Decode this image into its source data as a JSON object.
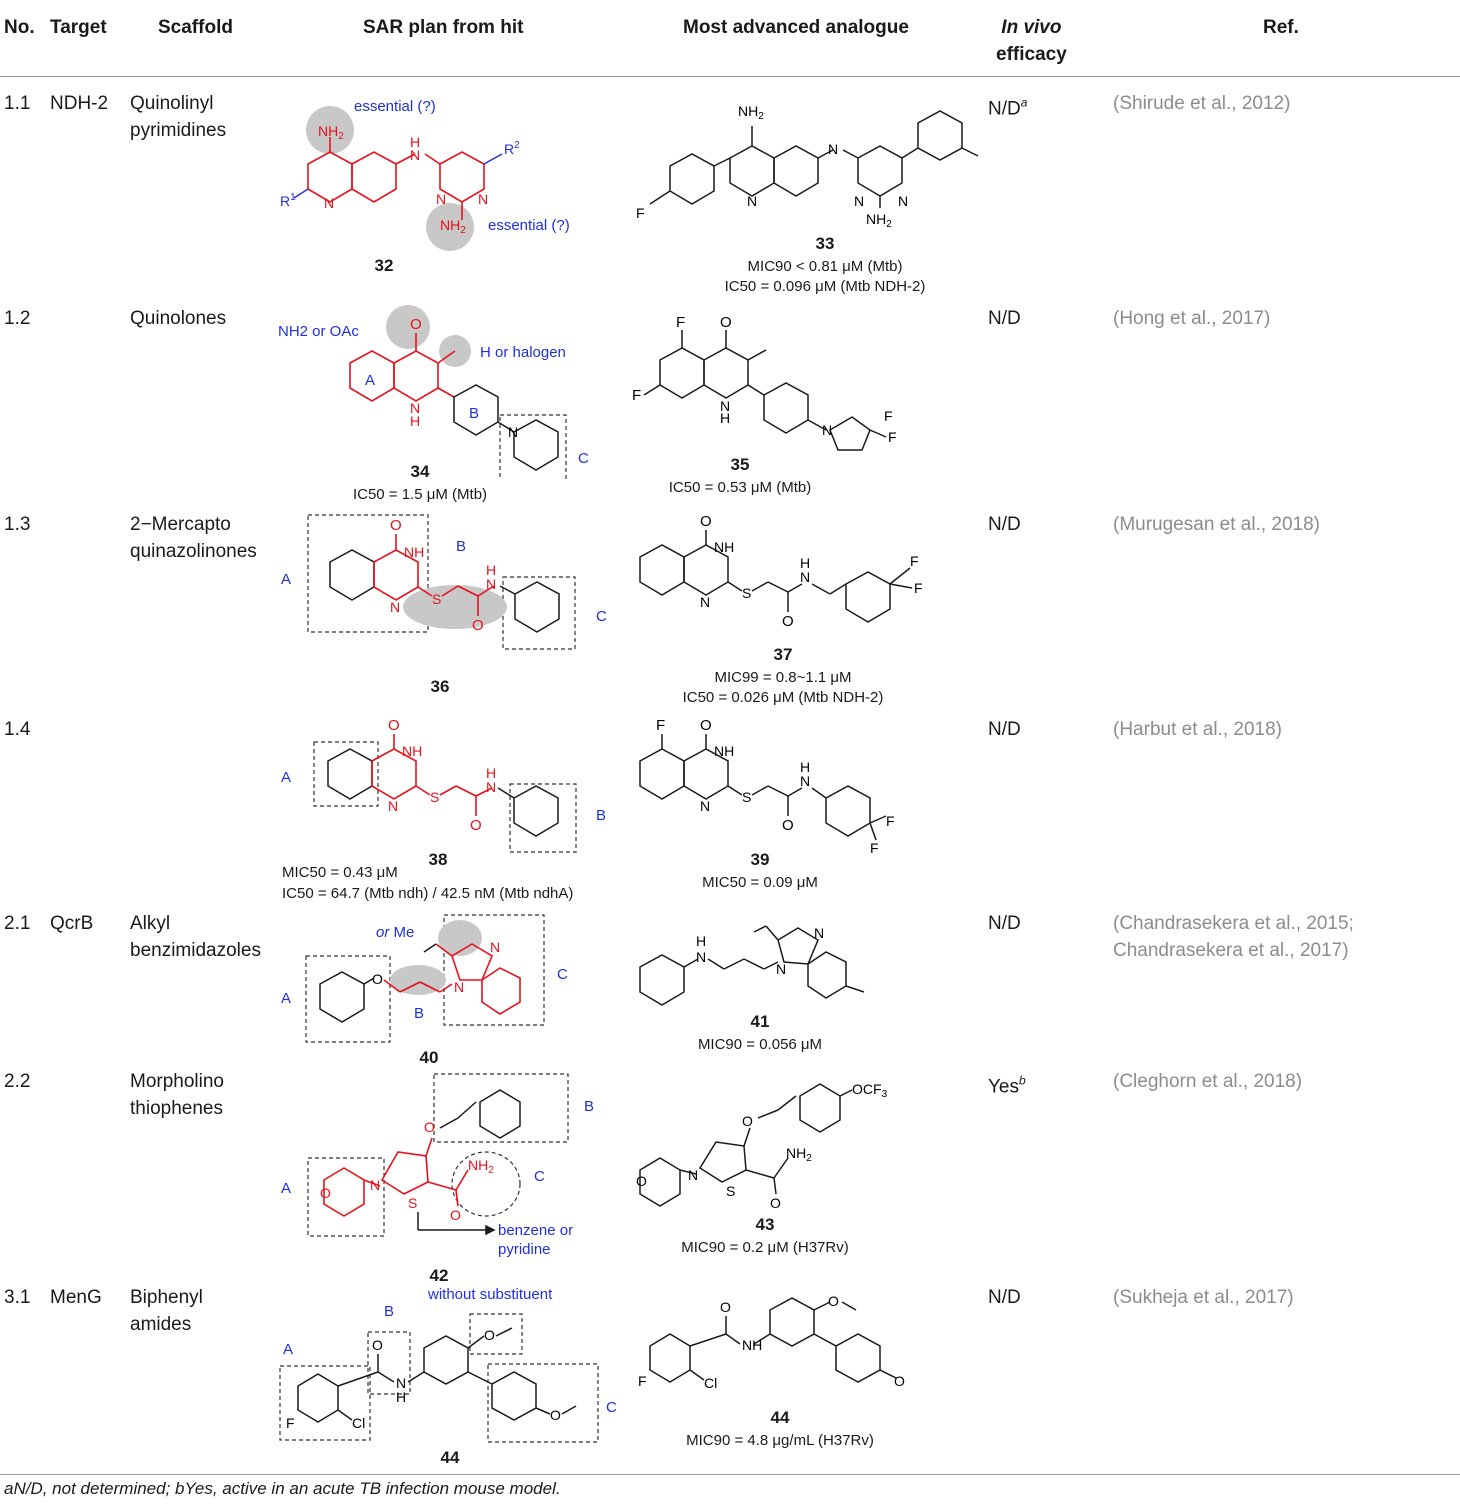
{
  "header": {
    "no": "No.",
    "target": "Target",
    "scaffold": "Scaffold",
    "sar": "SAR plan from hit",
    "analogue": "Most advanced analogue",
    "invivo_1": "In vivo",
    "invivo_2": "efficacy",
    "ref": "Ref."
  },
  "rows": [
    {
      "no": "1.1",
      "target": "NDH-2",
      "scaffold_1": "Quinolinyl",
      "scaffold_2": "pyrimidines",
      "hit_num": "32",
      "hit_labels": [
        "essential (?)",
        "essential (?)"
      ],
      "hit_act": [],
      "adv_num": "33",
      "adv_act": [
        "MIC90 < 0.81 μM (Mtb)",
        "IC50 = 0.096 μM (Mtb NDH-2)"
      ],
      "invivo": "N/Da",
      "ref": "(Shirude et al., 2012)"
    },
    {
      "no": "1.2",
      "target": "",
      "scaffold_1": "Quinolones",
      "scaffold_2": "",
      "hit_num": "34",
      "hit_labels": [
        "NH2 or OAc",
        "H or halogen",
        "A",
        "B",
        "C"
      ],
      "hit_act": [
        "IC50 = 1.5 μM (Mtb)"
      ],
      "adv_num": "35",
      "adv_act": [
        "IC50 = 0.53 μM (Mtb)"
      ],
      "invivo": "N/D",
      "ref": "(Hong et al., 2017)"
    },
    {
      "no": "1.3",
      "target": "",
      "scaffold_1": "2−Mercapto",
      "scaffold_2": "quinazolinones",
      "hit_num": "36",
      "hit_labels": [
        "A",
        "B",
        "C"
      ],
      "hit_act": [],
      "adv_num": "37",
      "adv_act": [
        "MIC99 = 0.8~1.1 μM",
        "IC50 = 0.026 μM (Mtb NDH-2)"
      ],
      "invivo": "N/D",
      "ref": "(Murugesan et al., 2018)"
    },
    {
      "no": "1.4",
      "target": "",
      "scaffold_1": "",
      "scaffold_2": "",
      "hit_num": "38",
      "hit_labels": [
        "A",
        "B"
      ],
      "hit_act": [
        "MIC50 = 0.43 μM",
        "IC50 = 64.7 (Mtb ndh) / 42.5 nM (Mtb ndhA)"
      ],
      "adv_num": "39",
      "adv_act": [
        "MIC50 = 0.09 μM"
      ],
      "invivo": "N/D",
      "ref": "(Harbut et al., 2018)"
    },
    {
      "no": "2.1",
      "target": "QcrB",
      "scaffold_1": "Alkyl",
      "scaffold_2": "benzimidazoles",
      "hit_num": "40",
      "hit_labels": [
        "or Me",
        "A",
        "B",
        "C"
      ],
      "hit_act": [],
      "adv_num": "41",
      "adv_act": [
        "MIC90 = 0.056 μM"
      ],
      "invivo": "N/D",
      "ref": "(Chandrasekera et al., 2015;",
      "ref_2": "Chandrasekera et al., 2017)"
    },
    {
      "no": "2.2",
      "target": "",
      "scaffold_1": "Morpholino",
      "scaffold_2": "thiophenes",
      "hit_num": "42",
      "hit_labels": [
        "A",
        "B",
        "C",
        "benzene or",
        "pyridine"
      ],
      "hit_act": [],
      "adv_num": "43",
      "adv_act": [
        "MIC90 = 0.2 μM (H37Rv)"
      ],
      "invivo": "Yesb",
      "ref": "(Cleghorn et al., 2018)"
    },
    {
      "no": "3.1",
      "target": "MenG",
      "scaffold_1": "Biphenyl",
      "scaffold_2": "amides",
      "hit_num": "44",
      "hit_labels": [
        "without substituent",
        "A",
        "B",
        "C"
      ],
      "hit_act": [],
      "adv_num": "44",
      "adv_act": [
        "MIC90 = 4.8 μg/mL (H37Rv)"
      ],
      "invivo": "N/D",
      "ref": "(Sukheja et al., 2017)"
    }
  ],
  "footnote": "aN/D, not determined; bYes, active in an acute TB infection mouse model.",
  "colors": {
    "hit_scaffold": "#e8101a",
    "label": "#1f2fe0",
    "ref": "#8c8c8c",
    "highlight": "#c8c8c8"
  }
}
